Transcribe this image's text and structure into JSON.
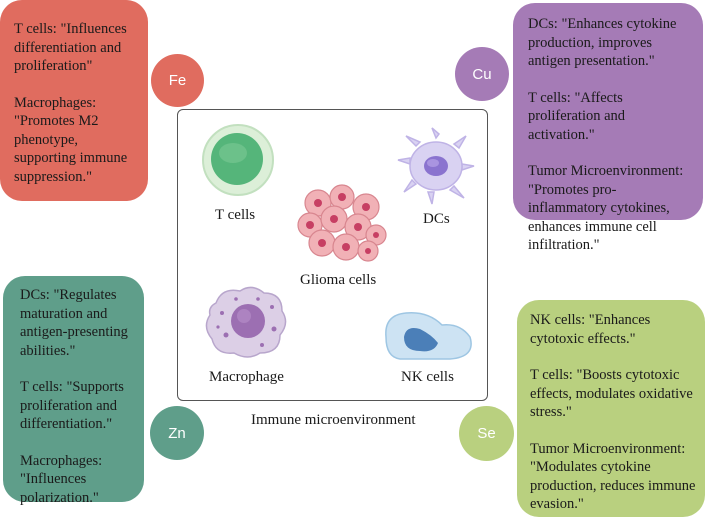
{
  "center": {
    "caption": "Immune microenvironment",
    "cells": {
      "t_cells": "T cells",
      "dcs": "DCs",
      "glioma": "Glioma cells",
      "macrophage": "Macrophage",
      "nk_cells": "NK cells"
    }
  },
  "elements": {
    "fe": {
      "symbol": "Fe",
      "color": "#e06c5f",
      "texts": [
        "T cells: \"Influences differentiation and proliferation\"",
        "Macrophages: \"Promotes M2 phenotype, supporting immune suppression.\""
      ]
    },
    "cu": {
      "symbol": "Cu",
      "color": "#a57bb6",
      "texts": [
        "DCs: \"Enhances cytokine production, improves antigen presentation.\"",
        "T cells: \"Affects proliferation and activation.\"",
        "Tumor Microenvironment: \"Promotes pro-inflammatory cytokines, enhances immune cell infiltration.\""
      ]
    },
    "zn": {
      "symbol": "Zn",
      "color": "#5f9e8a",
      "texts": [
        "DCs: \"Regulates maturation and antigen-presenting abilities.\"",
        "T cells: \"Supports proliferation and differentiation.\"",
        "Macrophages: \"Influences polarization.\""
      ]
    },
    "se": {
      "symbol": "Se",
      "color": "#b9d07f",
      "texts": [
        "NK cells: \"Enhances cytotoxic effects.\"",
        "T cells: \"Boosts cytotoxic effects, modulates oxidative stress.\"",
        "Tumor Microenvironment: \"Modulates cytokine production, reduces immune evasion.\""
      ]
    }
  }
}
